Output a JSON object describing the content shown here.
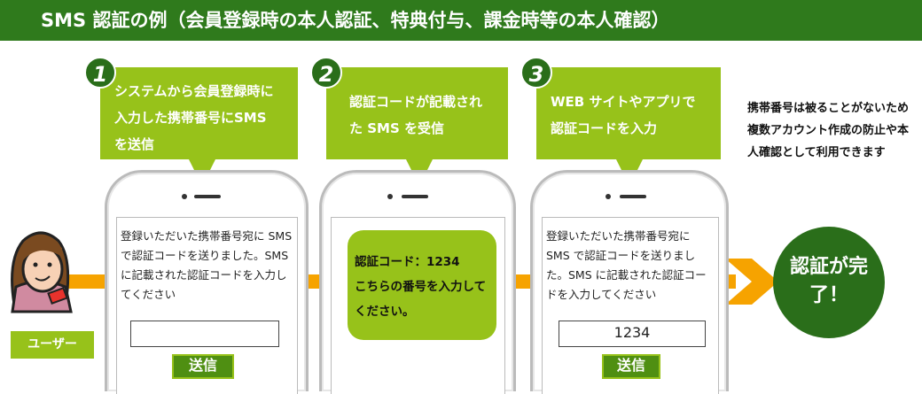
{
  "title": "SMS 認証の例（会員登録時の本人認証、特典付与、課金時等の本人確認）",
  "steps": [
    {
      "number": "1",
      "text": "システムから会員登録時に入力した携帯番号にSMS を送信"
    },
    {
      "number": "2",
      "text": "認証コードが記載された SMS を受信"
    },
    {
      "number": "3",
      "text": "WEB サイトやアプリで認証コードを入力"
    }
  ],
  "note": "携帯番号は被ることがないため複数アカウント作成の防止や本人確認として利用できます",
  "user_label": "ユーザー",
  "phone1": {
    "message": "登録いただいた携帯番号宛に SMS で認証コードを送りました。SMS に記載された認証コードを入力してください",
    "input_value": "",
    "button": "送信"
  },
  "phone2": {
    "sms_line1": "認証コード：1234",
    "sms_line2": "こちらの番号を入力してください。"
  },
  "phone3": {
    "message": "登録いただいた携帯番号宛に SMS で認証コードを送りました。SMS に記載された認証コードを入力してください",
    "input_value": "1234",
    "button": "送信"
  },
  "complete": "認証が完了！",
  "colors": {
    "header": "#2f7a1c",
    "callout": "#97c21a",
    "arrow": "#f6a300",
    "complete": "#2a6e1a"
  }
}
